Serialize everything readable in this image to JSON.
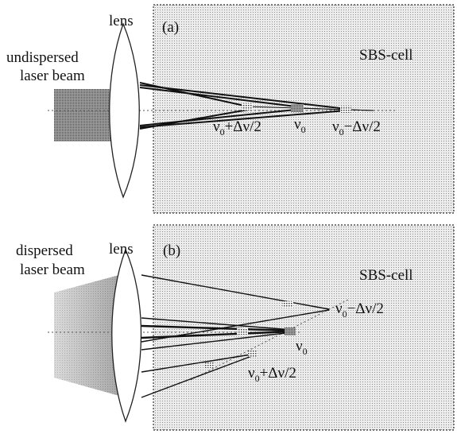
{
  "panel_a": {
    "label": "(a)",
    "lens_label": "lens",
    "cell_label": "SBS-cell",
    "beam_label_line1": "undispersed",
    "beam_label_line2": "laser beam",
    "freq_plus": {
      "nu": "ν",
      "sub": "0",
      "rest": "+Δν/2"
    },
    "freq_center": {
      "nu": "ν",
      "sub": "0"
    },
    "freq_minus": {
      "nu": "ν",
      "sub": "0",
      "rest": "−Δν/2"
    }
  },
  "panel_b": {
    "label": "(b)",
    "lens_label": "lens",
    "cell_label": "SBS-cell",
    "beam_label_line1": "dispersed",
    "beam_label_line2": "laser beam",
    "freq_minus": {
      "nu": "ν",
      "sub": "0",
      "rest": "−Δν/2"
    },
    "freq_center": {
      "nu": "ν",
      "sub": "0"
    },
    "freq_plus": {
      "nu": "ν",
      "sub": "0",
      "rest": "+Δν/2"
    }
  },
  "colors": {
    "cell_fill": "#e4e4e4",
    "beam_fill": "#8a8a8a",
    "ray": "#111111",
    "focus": "#9a9a9a"
  }
}
